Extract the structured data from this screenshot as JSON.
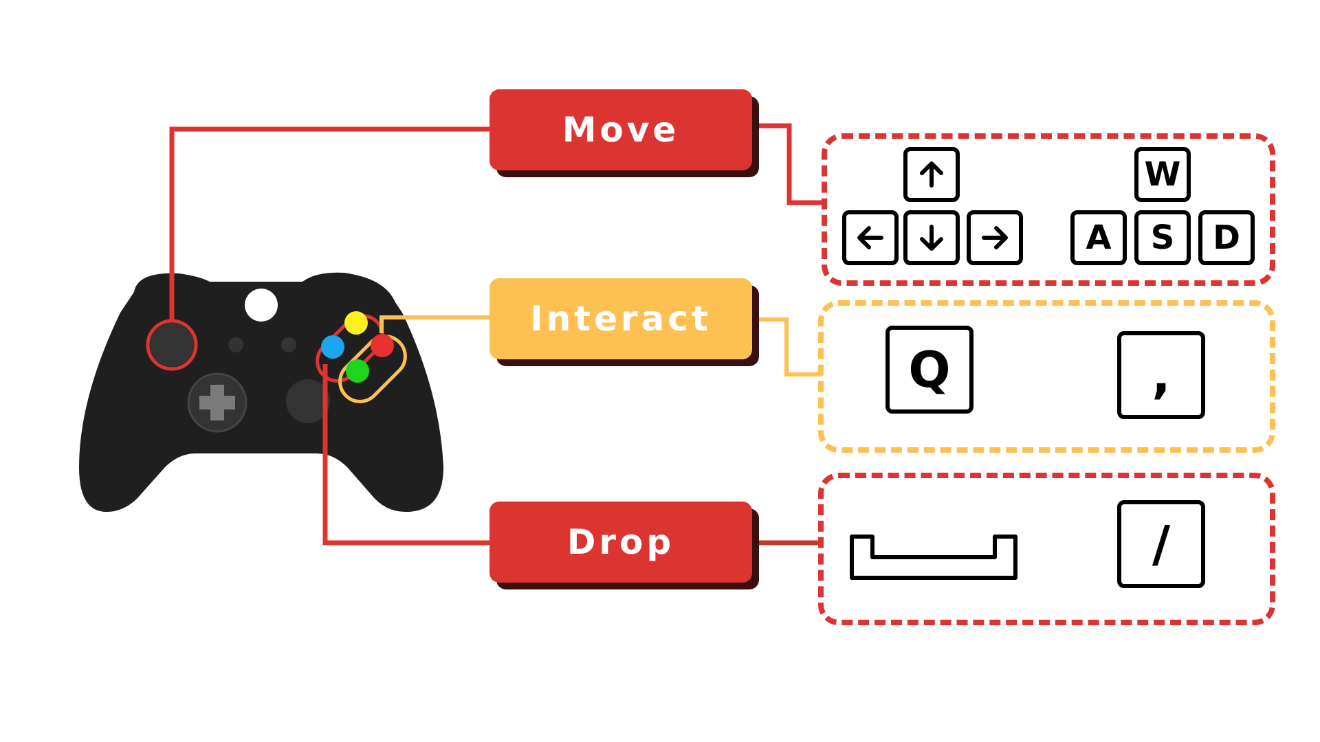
{
  "actions": {
    "move": {
      "label": "Move"
    },
    "interact": {
      "label": "Interact"
    },
    "drop": {
      "label": "Drop"
    }
  },
  "keys": {
    "move": {
      "arrows": [
        "arrow-up-icon",
        "arrow-left-icon",
        "arrow-down-icon",
        "arrow-right-icon"
      ],
      "letters": {
        "w": "W",
        "a": "A",
        "s": "S",
        "d": "D"
      }
    },
    "interact": {
      "q": "Q",
      "comma": ","
    },
    "drop": {
      "space": "space-bar-icon",
      "slash": "/"
    }
  },
  "colors": {
    "red": "#dc3431",
    "yellow": "#fdc052",
    "controller": "#1f1f1f",
    "button_yellow": "#fff01f",
    "button_red": "#e8312e",
    "button_blue": "#1aa7ec",
    "button_green": "#1ed51e"
  }
}
